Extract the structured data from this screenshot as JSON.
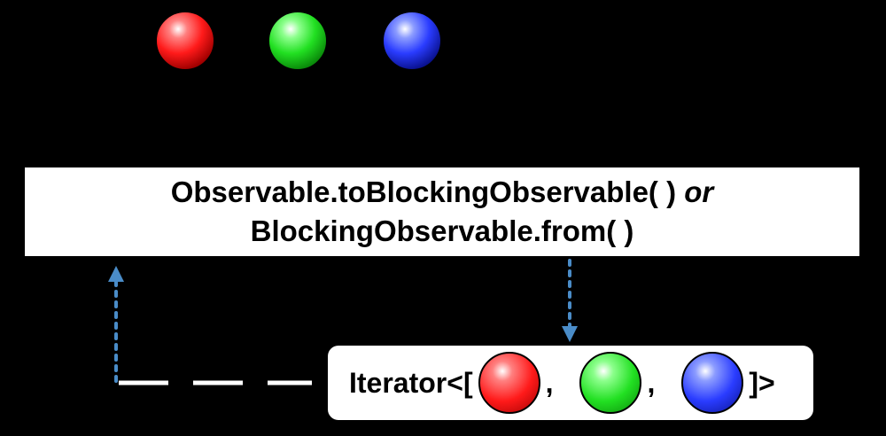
{
  "top_marbles": [
    {
      "color": "#ff1a1a",
      "name": "red"
    },
    {
      "color": "#22e022",
      "name": "green"
    },
    {
      "color": "#2a3cff",
      "name": "blue"
    }
  ],
  "operator": {
    "line1_main": "Observable.toBlockingObservable( )",
    "line1_or": "or",
    "line2": "BlockingObservable.from( )"
  },
  "iterator": {
    "prefix": "Iterator<[",
    "separator": ",",
    "suffix": "]>",
    "items": [
      {
        "color": "#ff1a1a",
        "name": "red"
      },
      {
        "color": "#22e022",
        "name": "green"
      },
      {
        "color": "#2a3cff",
        "name": "blue"
      }
    ]
  },
  "colors": {
    "background": "#000000",
    "arrow": "#4a8cc8",
    "dash_line": "#ffffff"
  }
}
